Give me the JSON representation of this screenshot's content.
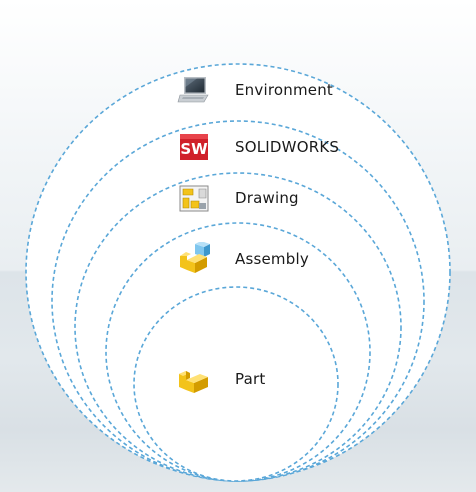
{
  "layers": [
    {
      "label": "Environment",
      "icon": "laptop-icon"
    },
    {
      "label": "SOLIDWORKS",
      "icon": "solidworks-logo-icon",
      "logo_text": "SW",
      "logo_color": "#d0202a"
    },
    {
      "label": "Drawing",
      "icon": "drawing-sheet-icon"
    },
    {
      "label": "Assembly",
      "icon": "assembly-icon"
    },
    {
      "label": "Part",
      "icon": "part-icon"
    }
  ],
  "colors": {
    "ring_stroke": "#5aa7d8",
    "ring_fill": "#ffffff",
    "part_yellow": "#f3c31a",
    "assembly_blue": "#5fb6e6"
  }
}
